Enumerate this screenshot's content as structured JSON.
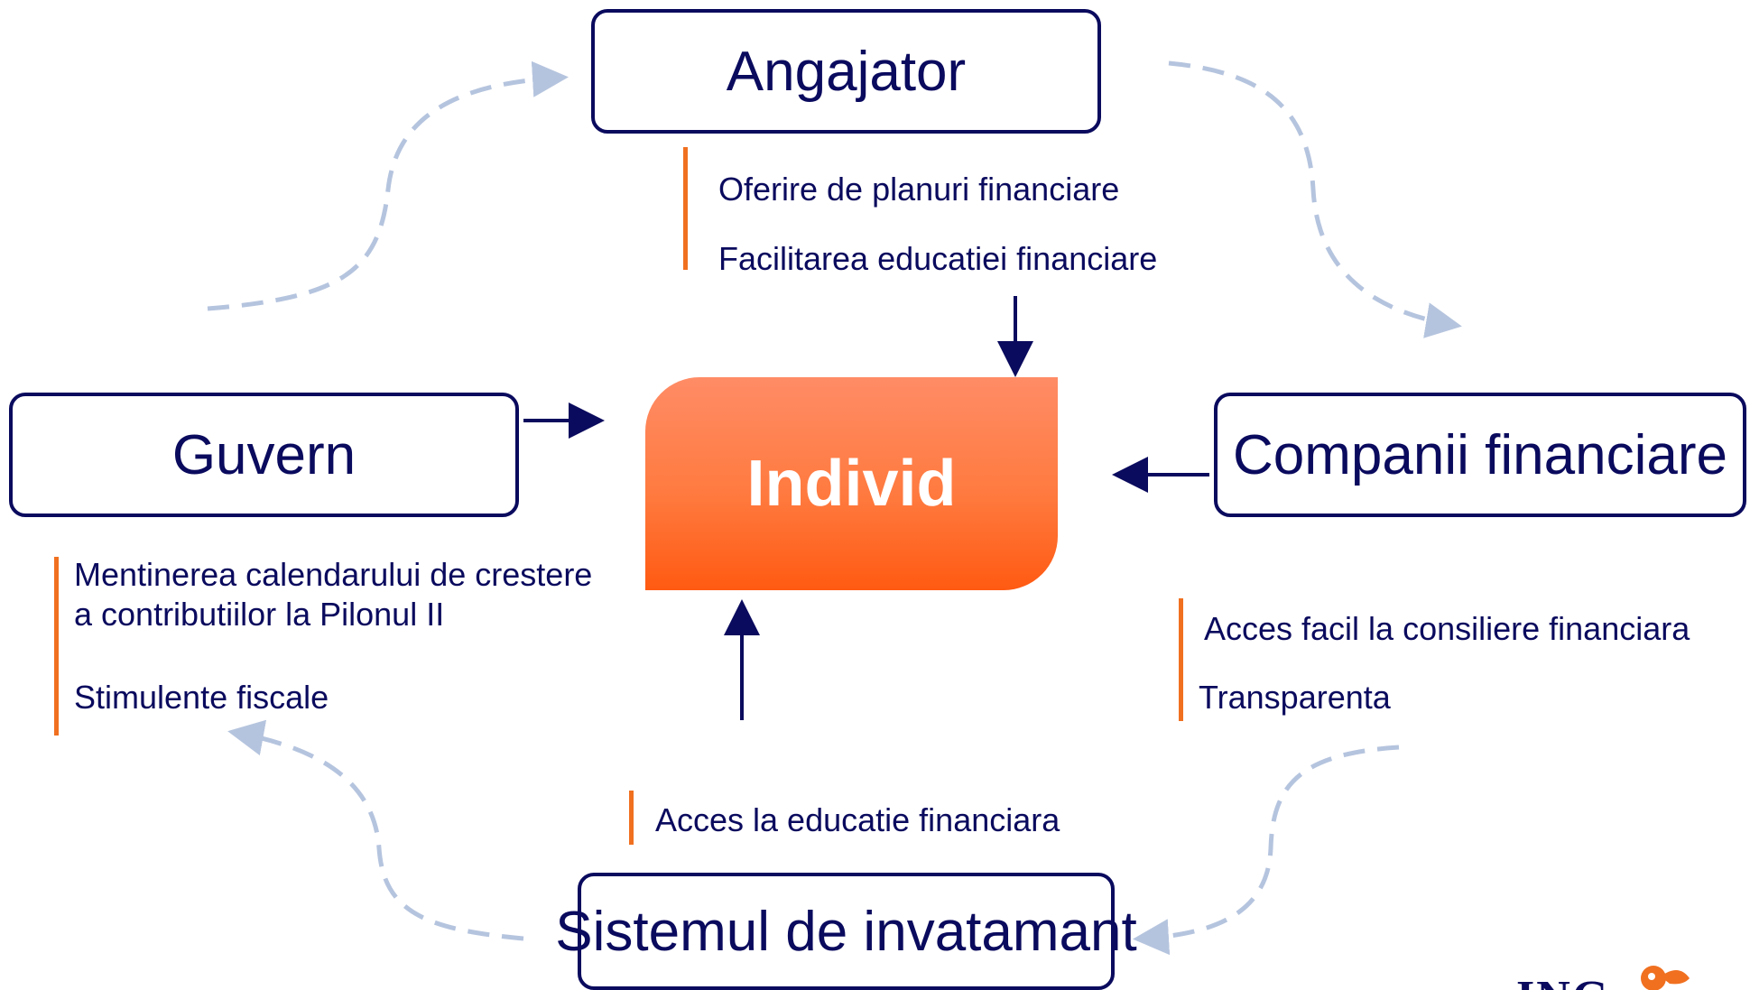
{
  "nodes": {
    "center": "Individ",
    "top": "Angajator",
    "left": "Guvern",
    "right": "Companii financiare",
    "bottom": "Sistemul de invatamant"
  },
  "notes": {
    "top": [
      "Oferire de planuri financiare",
      "Facilitarea educatiei financiare"
    ],
    "left": [
      "Mentinerea calendarului de crestere",
      "a contributiilor la Pilonul II",
      "Stimulente fiscale"
    ],
    "right": [
      "Acces facil la consiliere financiara",
      "Transparenta"
    ],
    "bottom": [
      "Acces la educatie financiara"
    ]
  },
  "logo": {
    "text": "ING"
  },
  "colors": {
    "node_border": "#0a0a5e",
    "text": "#0a0a5e",
    "accent_bar": "#f07020",
    "center_fill_top": "#ff8c66",
    "center_fill_bottom": "#ff5a12",
    "cycle_arrows": "#b5c4de"
  }
}
